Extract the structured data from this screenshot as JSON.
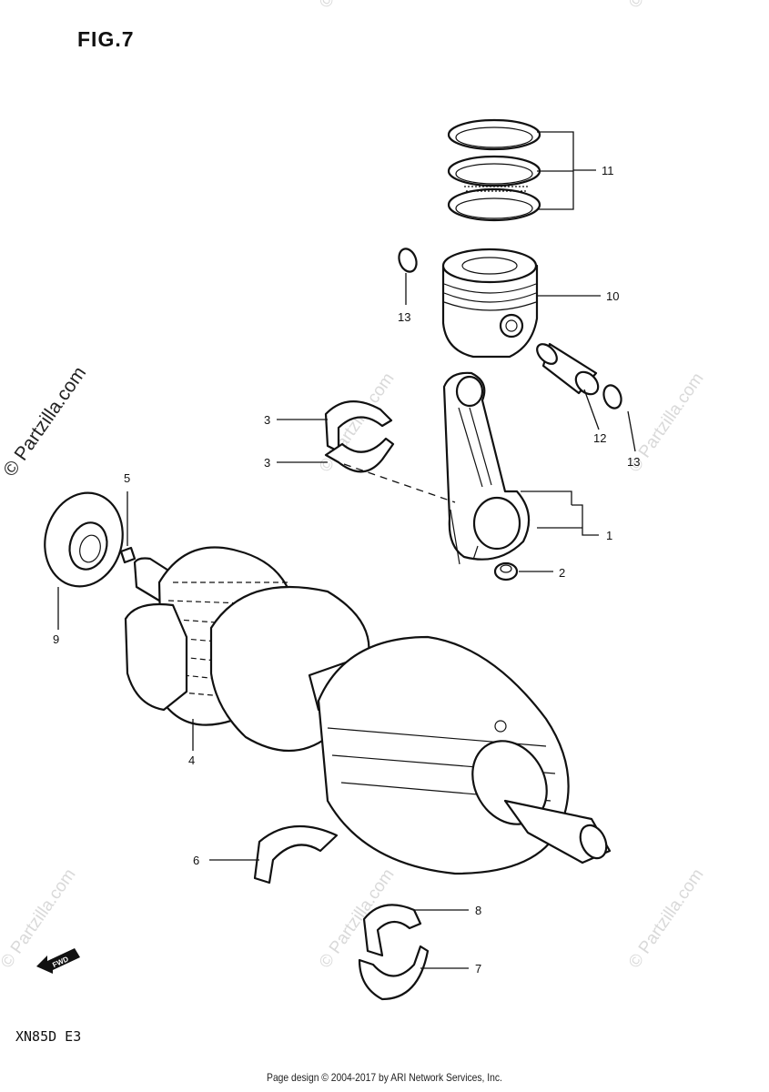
{
  "figure": {
    "title": "FIG.7"
  },
  "model": {
    "code": "XN85D E3"
  },
  "direction_marker": {
    "text": "FWD"
  },
  "footer": {
    "copyright": "Page design © 2004-2017 by ARI Network Services, Inc."
  },
  "watermark": {
    "main": "© Partzilla.com",
    "faint": "© Partzilla.com"
  },
  "callouts": [
    {
      "id": "c11",
      "number": "11"
    },
    {
      "id": "c10",
      "number": "10"
    },
    {
      "id": "c13a",
      "number": "13"
    },
    {
      "id": "c3a",
      "number": "3"
    },
    {
      "id": "c3b",
      "number": "3"
    },
    {
      "id": "c12",
      "number": "12"
    },
    {
      "id": "c13b",
      "number": "13"
    },
    {
      "id": "c5",
      "number": "5"
    },
    {
      "id": "c1",
      "number": "1"
    },
    {
      "id": "c2",
      "number": "2"
    },
    {
      "id": "c9",
      "number": "9"
    },
    {
      "id": "c4",
      "number": "4"
    },
    {
      "id": "c6",
      "number": "6"
    },
    {
      "id": "c8",
      "number": "8"
    },
    {
      "id": "c7",
      "number": "7"
    }
  ]
}
